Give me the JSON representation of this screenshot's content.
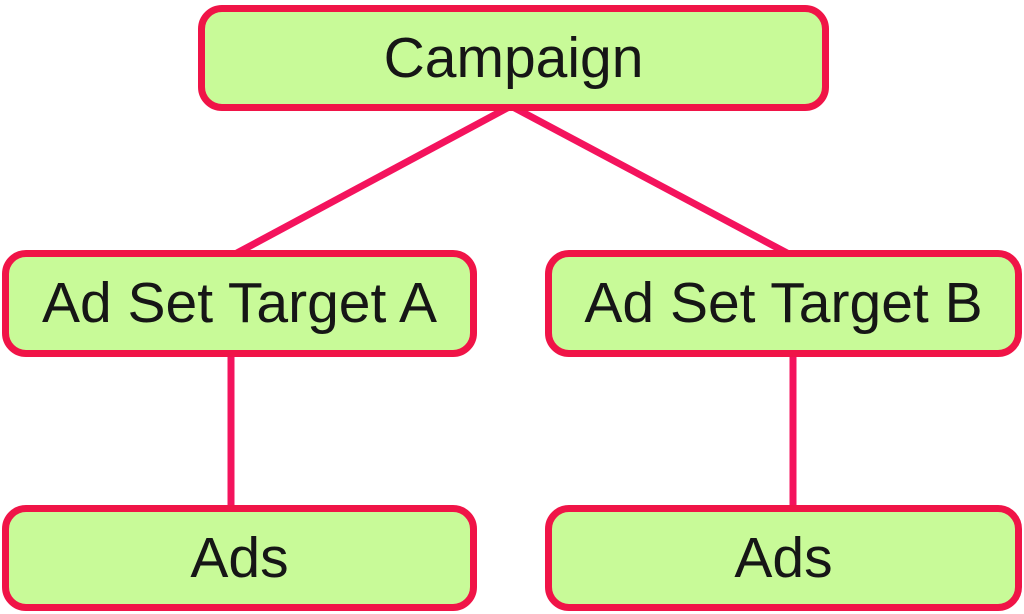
{
  "diagram": {
    "nodes": {
      "campaign": {
        "label": "Campaign"
      },
      "adset_a": {
        "label": "Ad Set Target A"
      },
      "adset_b": {
        "label": "Ad Set Target B"
      },
      "ads_a": {
        "label": "Ads"
      },
      "ads_b": {
        "label": "Ads"
      }
    },
    "edges": [
      {
        "from": "campaign",
        "to": "adset_a"
      },
      {
        "from": "campaign",
        "to": "adset_b"
      },
      {
        "from": "adset_a",
        "to": "ads_a"
      },
      {
        "from": "adset_b",
        "to": "ads_b"
      }
    ],
    "colors": {
      "box_fill": "#c8fa98",
      "box_border": "#f01447",
      "connector": "#f4135d",
      "text": "#161616",
      "background": "#ffffff"
    }
  }
}
